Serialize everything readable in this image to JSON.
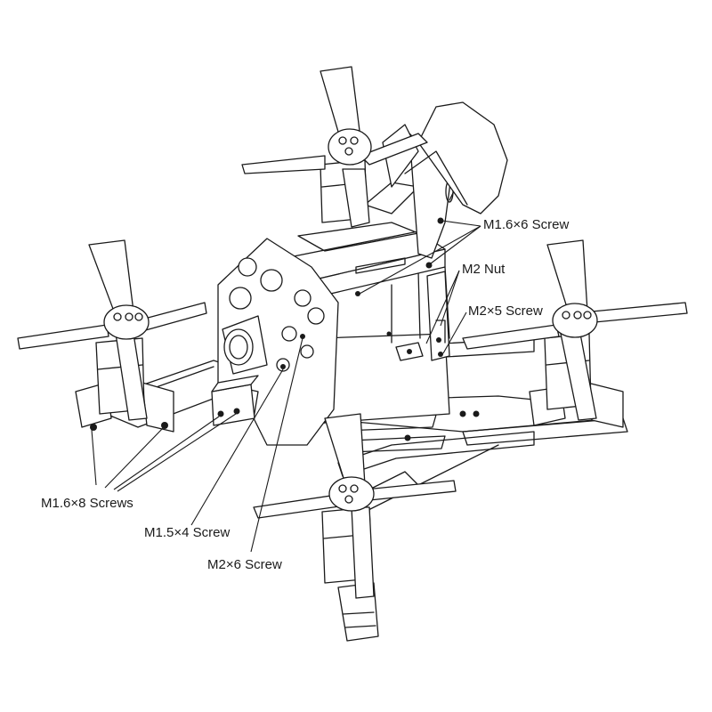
{
  "labels": {
    "m16x6": "M1.6×6 Screw",
    "m2nut": "M2  Nut",
    "m2x5": "M2×5 Screw",
    "m16x8": "M1.6×8 Screws",
    "m15x4": "M1.5×4 Screw",
    "m2x6": "M2×6 Screw"
  }
}
